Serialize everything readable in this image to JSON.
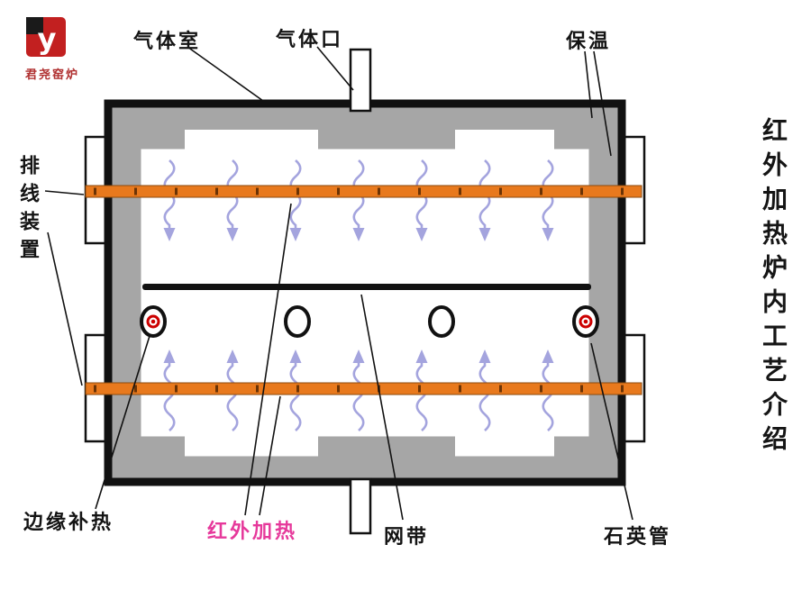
{
  "logo": {
    "brand": "君尧窑炉",
    "monogram": "y"
  },
  "side_title": {
    "text": "红外加热炉内工艺介绍"
  },
  "labels": {
    "gas_chamber": "气体室",
    "gas_port": "气体口",
    "insulation": "保温",
    "wiring_device": "排线装置",
    "edge_heating": "边缘补热",
    "infrared_heating": "红外加热",
    "mesh_belt": "网带",
    "quartz_tube": "石英管"
  },
  "colors": {
    "heater_tube": "#e8791d",
    "heater_tick": "#6b3305",
    "insulation_gray": "#a6a6a6",
    "heat_arrow": "#a4a4de",
    "infrared_label": "#e6399b",
    "edge_heater_red": "#cc0000",
    "outline_black": "#111111"
  }
}
